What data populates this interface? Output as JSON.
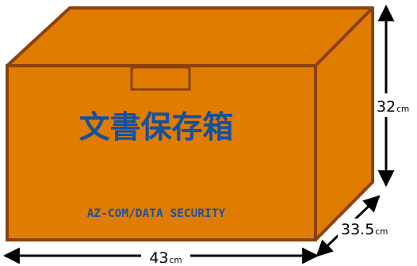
{
  "box": {
    "title": "文書保存箱",
    "subtitle": "AZ-COM/DATA SECURITY",
    "colors": {
      "face": "#e07c00",
      "outline": "#8a4210",
      "title": "#1450a0"
    }
  },
  "dimensions": {
    "height": {
      "value": "32",
      "unit": "cm"
    },
    "depth": {
      "value": "33.5",
      "unit": "cm"
    },
    "width": {
      "value": "43",
      "unit": "cm"
    }
  }
}
